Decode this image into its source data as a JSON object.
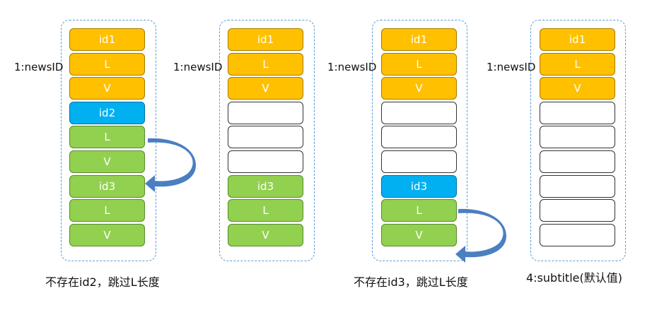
{
  "colors": {
    "orange": "#ffc000",
    "blue": "#00b0f0",
    "green": "#92d050",
    "white": "#ffffff",
    "dash_border": "#5b9bd5",
    "arrow": "#4a7fc0"
  },
  "columns": [
    {
      "cells": [
        {
          "text": "id1",
          "color": "orange"
        },
        {
          "text": "L",
          "color": "orange"
        },
        {
          "text": "V",
          "color": "orange"
        },
        {
          "text": "id2",
          "color": "blue"
        },
        {
          "text": "L",
          "color": "green"
        },
        {
          "text": "V",
          "color": "green"
        },
        {
          "text": "id3",
          "color": "green"
        },
        {
          "text": "L",
          "color": "green"
        },
        {
          "text": "V",
          "color": "green"
        }
      ],
      "side_label": "1:newsID",
      "caption": "不存在id2，跳过L长度"
    },
    {
      "cells": [
        {
          "text": "id1",
          "color": "orange"
        },
        {
          "text": "L",
          "color": "orange"
        },
        {
          "text": "V",
          "color": "orange"
        },
        {
          "text": "",
          "color": "white"
        },
        {
          "text": "",
          "color": "white"
        },
        {
          "text": "",
          "color": "white"
        },
        {
          "text": "id3",
          "color": "green"
        },
        {
          "text": "L",
          "color": "green"
        },
        {
          "text": "V",
          "color": "green"
        }
      ],
      "side_label": "1:newsID",
      "caption": ""
    },
    {
      "cells": [
        {
          "text": "id1",
          "color": "orange"
        },
        {
          "text": "L",
          "color": "orange"
        },
        {
          "text": "V",
          "color": "orange"
        },
        {
          "text": "",
          "color": "white"
        },
        {
          "text": "",
          "color": "white"
        },
        {
          "text": "",
          "color": "white"
        },
        {
          "text": "id3",
          "color": "blue"
        },
        {
          "text": "L",
          "color": "green"
        },
        {
          "text": "V",
          "color": "green"
        }
      ],
      "side_label": "1:newsID",
      "caption": "不存在id3，跳过L长度"
    },
    {
      "cells": [
        {
          "text": "id1",
          "color": "orange"
        },
        {
          "text": "L",
          "color": "orange"
        },
        {
          "text": "V",
          "color": "orange"
        },
        {
          "text": "",
          "color": "white"
        },
        {
          "text": "",
          "color": "white"
        },
        {
          "text": "",
          "color": "white"
        },
        {
          "text": "",
          "color": "white"
        },
        {
          "text": "",
          "color": "white"
        },
        {
          "text": "",
          "color": "white"
        }
      ],
      "side_label": "1:newsID",
      "caption": "4:subtitle(默认值)"
    }
  ]
}
